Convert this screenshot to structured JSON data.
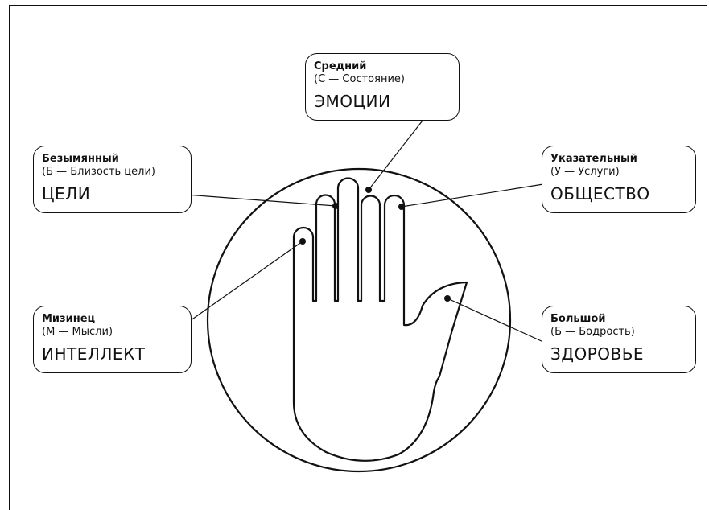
{
  "callouts": {
    "middle": {
      "name": "Средний",
      "sub": "(С — Состояние)",
      "value": "ЭМОЦИИ"
    },
    "ring": {
      "name": "Безымянный",
      "sub": "(Б — Близость цели)",
      "value": "ЦЕЛИ"
    },
    "index": {
      "name": "Указательный",
      "sub": "(У — Услуги)",
      "value": "ОБЩЕСТВО"
    },
    "pinky": {
      "name": "Мизинец",
      "sub": "(М — Мысли)",
      "value": "ИНТЕЛЛЕКТ"
    },
    "thumb": {
      "name": "Большой",
      "sub": "(Б — Бодрость)",
      "value": "ЗДОРОВЬЕ"
    }
  },
  "colors": {
    "ink": "#111111",
    "background": "#ffffff"
  }
}
